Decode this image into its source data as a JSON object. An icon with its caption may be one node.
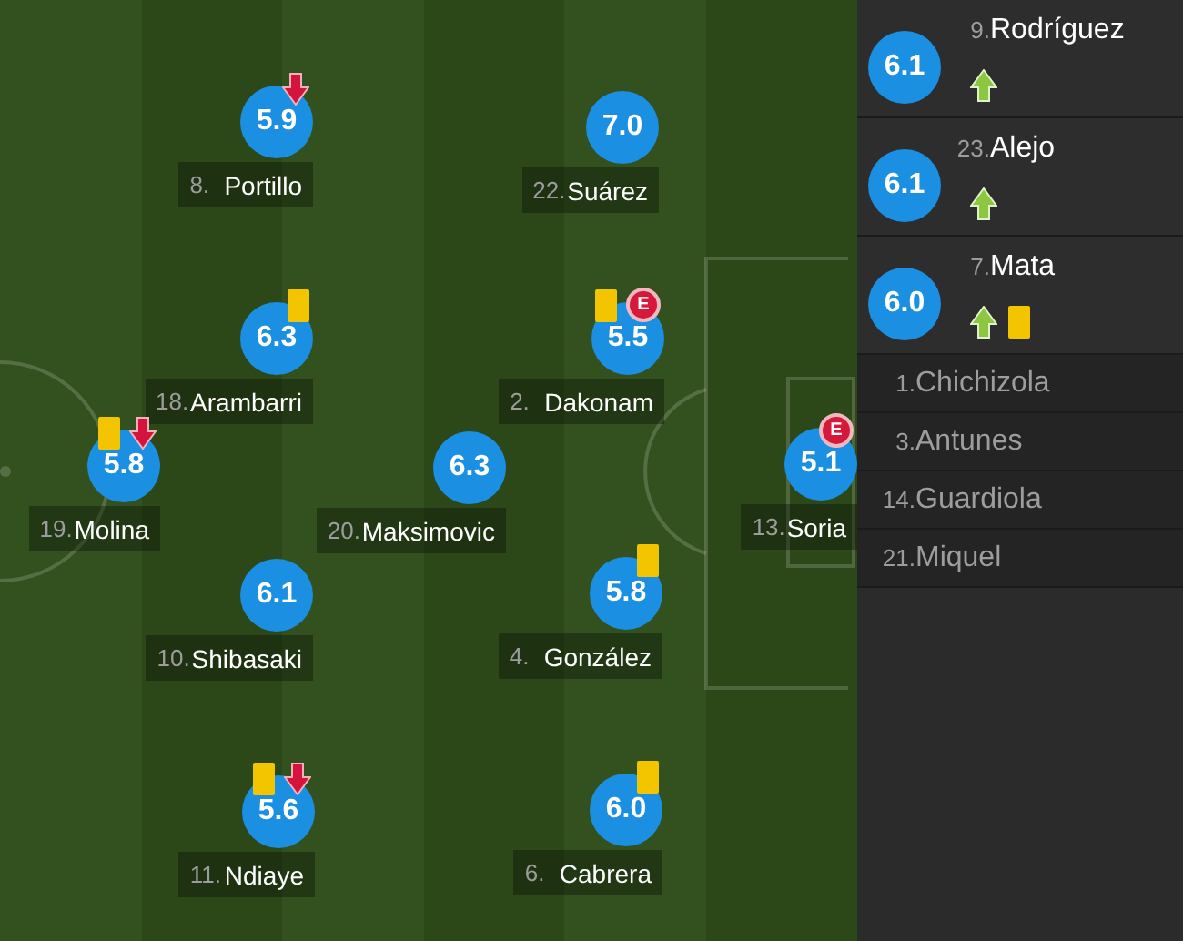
{
  "diagram": {
    "nodes": [
      {
        "text": [
          "5.9"
        ],
        "beside": [
          "8.",
          "Portillo"
        ]
      },
      {
        "text": [
          "7.0"
        ],
        "beside": [
          "22.",
          "Suárez"
        ]
      },
      {
        "text": [
          "6.3"
        ],
        "beside": [
          "18.",
          "Arambarri"
        ]
      },
      {
        "text": [
          "E",
          "5.5"
        ],
        "beside": [
          "2.",
          "Dakonam"
        ]
      },
      {
        "text": [
          "5.8"
        ],
        "beside": [
          "19.",
          "Molina"
        ]
      },
      {
        "text": [
          "6.3"
        ],
        "beside": [
          "20.",
          "Maksimovic"
        ]
      },
      {
        "text": [
          "E",
          "5.1"
        ],
        "beside": [
          "13.",
          "Soria"
        ]
      },
      {
        "text": [
          "6.1"
        ],
        "beside": [
          "10.",
          "Shibasaki"
        ]
      },
      {
        "text": [
          "5.8"
        ],
        "beside": [
          "4.",
          "González"
        ]
      },
      {
        "text": [
          "5.6"
        ],
        "beside": [
          "11.",
          "Ndiaye"
        ]
      },
      {
        "text": [
          "6.0"
        ],
        "beside": [
          "6.",
          "Cabrera"
        ]
      },
      {
        "text": [
          "6.1"
        ],
        "beside": [
          "9.",
          "Rodríguez"
        ]
      },
      {
        "text": [
          "6.1"
        ],
        "beside": [
          "23.",
          "Alejo"
        ]
      },
      {
        "text": [
          "6.0"
        ],
        "beside": [
          "7.",
          "Mata"
        ]
      },
      {
        "text": [
          "1.",
          "Chichizola"
        ]
      },
      {
        "text": [
          "3.",
          "Antunes"
        ]
      },
      {
        "text": [
          "14.",
          "Guardiola"
        ]
      },
      {
        "text": [
          "21.",
          "Miquel"
        ]
      }
    ]
  }
}
